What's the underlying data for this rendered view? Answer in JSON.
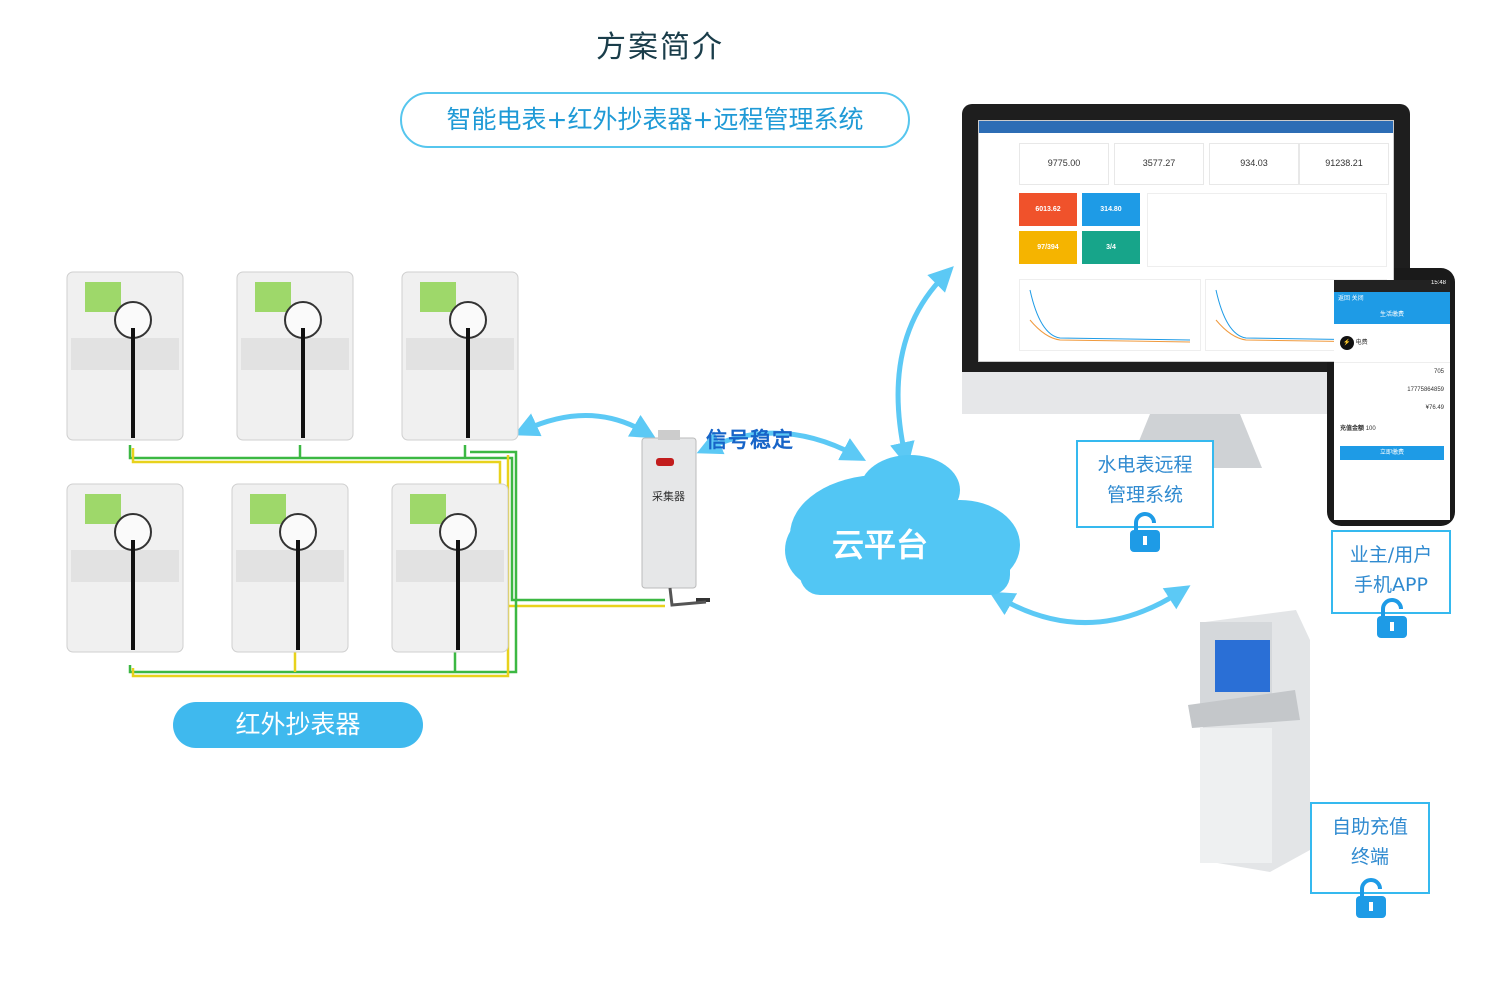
{
  "title": "方案简介",
  "subtitle": "智能电表+红外抄表器+远程管理系统",
  "signal_label": "信号稳定",
  "infrared_label": "红外抄表器",
  "cloud_label": "云平台",
  "collector_label": "采集器",
  "features": [
    {
      "line1": "水电表远程",
      "line2": "管理系统"
    },
    {
      "line1": "业主/用户",
      "line2": "手机APP"
    },
    {
      "line1": "自助充值",
      "line2": "终端"
    }
  ],
  "dashboard": {
    "kpis": [
      "9775.00",
      "3577.27",
      "934.03",
      "91238.21"
    ],
    "tiles": [
      {
        "value": "6013.62",
        "color": "#f0522b"
      },
      {
        "value": "314.80",
        "color": "#1e9be6"
      },
      {
        "value": "97/394",
        "color": "#f5b400"
      },
      {
        "value": "3/4",
        "color": "#17a58a"
      }
    ]
  },
  "phone": {
    "status": "15:48",
    "back": "返回 关闭",
    "header": "生活缴费",
    "item": "电费",
    "rows": [
      "705",
      "¥76.49"
    ],
    "phone_num": "17775864859",
    "amount_label": "充值金额",
    "amount": "100",
    "button": "立即缴费"
  },
  "colors": {
    "accent": "#3fb9ee",
    "wire_yellow": "#e8d21c",
    "wire_green": "#3cb843"
  }
}
